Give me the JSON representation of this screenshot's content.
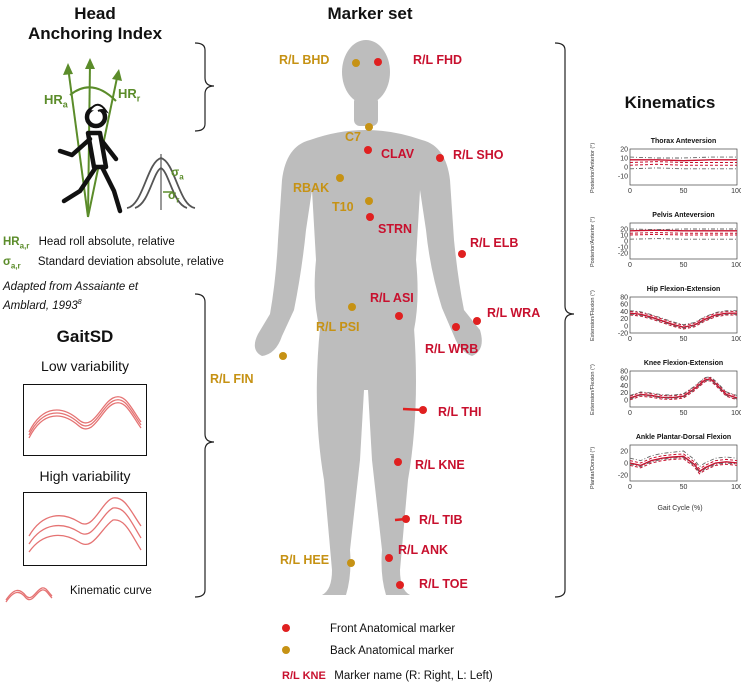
{
  "head_index": {
    "title_line1": "Head",
    "title_line2": "Anchoring Index",
    "hr_a": "HR",
    "hr_a_sub": "a",
    "hr_r": "HR",
    "hr_r_sub": "r",
    "sigma_a": "σ",
    "sigma_a_sub": "a",
    "sigma_r": "σ",
    "sigma_r_sub": "r",
    "legend1_sym": "HR",
    "legend1_sub": "a,r",
    "legend1_text": "Head roll absolute, relative",
    "legend2_sym": "σ",
    "legend2_sub": "a,r",
    "legend2_text": "Standard deviation absolute, relative",
    "citation_line1": "Adapted from Assaiante et",
    "citation_line2": "Amblard, 1993",
    "citation_sup": "8"
  },
  "gaitsd": {
    "title": "GaitSD",
    "low_label": "Low variability",
    "high_label": "High variability",
    "curve_label": "Kinematic curve"
  },
  "marker_set": {
    "title": "Marker set",
    "markers_front": [
      "R/L FHD",
      "CLAV",
      "R/L SHO",
      "STRN",
      "R/L ELB",
      "R/L ASI",
      "R/L WRA",
      "R/L WRB",
      "R/L THI",
      "R/L KNE",
      "R/L TIB",
      "R/L ANK",
      "R/L TOE"
    ],
    "markers_back": [
      "R/L BHD",
      "C7",
      "RBAK",
      "T10",
      "R/L PSI",
      "R/L FIN",
      "R/L HEE"
    ],
    "legend_front": "Front Anatomical marker",
    "legend_back": "Back Anatomical marker",
    "legend_name_example": "R/L KNE",
    "legend_name_text": "Marker name (R: Right, L: Left)"
  },
  "kinematics": {
    "title": "Kinematics",
    "xlabel": "Gait Cycle (%)",
    "colors": {
      "red": "#c8102e",
      "gray": "#666666",
      "pink": "#e57373"
    }
  },
  "chart_data": [
    {
      "type": "line",
      "title": "Thorax Anteversion",
      "ylabel": "Posterior/Anterior (°)",
      "xlim": [
        0,
        100
      ],
      "ylim": [
        -20,
        20
      ],
      "xticks": [
        "0",
        "50",
        "100"
      ],
      "yticks": [
        "20",
        "10",
        "0",
        "-10"
      ],
      "x": [
        0,
        25,
        50,
        75,
        100
      ],
      "series": [
        {
          "values": [
            8,
            8,
            7,
            8,
            8
          ]
        },
        {
          "values": [
            5,
            6,
            5,
            5,
            5
          ]
        },
        {
          "values": [
            2,
            3,
            2,
            2,
            2
          ]
        },
        {
          "values": [
            -2,
            -1,
            -2,
            -2,
            -2
          ]
        },
        {
          "values": [
            11,
            10,
            10,
            11,
            11
          ]
        }
      ]
    },
    {
      "type": "line",
      "title": "Pelvis Anteversion",
      "ylabel": "Posterior/Anterior (°)",
      "xlim": [
        0,
        100
      ],
      "ylim": [
        -30,
        30
      ],
      "xticks": [
        "0",
        "50",
        "100"
      ],
      "yticks": [
        "20",
        "10",
        "0",
        "-10",
        "-20"
      ],
      "x": [
        0,
        25,
        50,
        75,
        100
      ],
      "series": [
        {
          "values": [
            17,
            18,
            17,
            17,
            17
          ]
        },
        {
          "values": [
            13,
            14,
            13,
            13,
            13
          ]
        },
        {
          "values": [
            10,
            11,
            10,
            10,
            10
          ]
        },
        {
          "values": [
            3,
            4,
            3,
            3,
            3
          ]
        },
        {
          "values": [
            20,
            19,
            20,
            20,
            20
          ]
        }
      ]
    },
    {
      "type": "line",
      "title": "Hip Flexion-Extension",
      "ylabel": "Extension/Flexion (°)",
      "xlim": [
        0,
        100
      ],
      "ylim": [
        -20,
        80
      ],
      "xticks": [
        "0",
        "50",
        "100"
      ],
      "yticks": [
        "80",
        "60",
        "40",
        "20",
        "0",
        "-20"
      ],
      "x": [
        0,
        10,
        20,
        30,
        40,
        50,
        60,
        70,
        80,
        90,
        100
      ],
      "series": [
        {
          "values": [
            35,
            32,
            24,
            14,
            4,
            -4,
            2,
            18,
            30,
            35,
            35
          ]
        },
        {
          "values": [
            40,
            37,
            29,
            19,
            9,
            1,
            7,
            23,
            35,
            40,
            40
          ]
        },
        {
          "values": [
            30,
            27,
            19,
            9,
            -1,
            -9,
            -3,
            13,
            25,
            30,
            30
          ]
        },
        {
          "values": [
            32,
            29,
            21,
            11,
            1,
            -6,
            0,
            15,
            27,
            32,
            32
          ]
        },
        {
          "values": [
            42,
            39,
            31,
            21,
            11,
            3,
            9,
            25,
            37,
            42,
            42
          ]
        }
      ]
    },
    {
      "type": "line",
      "title": "Knee Flexion-Extension",
      "ylabel": "Extension/Flexion (°)",
      "xlim": [
        0,
        100
      ],
      "ylim": [
        -20,
        80
      ],
      "xticks": [
        "0",
        "50",
        "100"
      ],
      "yticks": [
        "80",
        "60",
        "40",
        "20",
        "0"
      ],
      "x": [
        0,
        10,
        20,
        30,
        40,
        50,
        60,
        70,
        75,
        80,
        90,
        100
      ],
      "series": [
        {
          "values": [
            5,
            15,
            12,
            7,
            6,
            10,
            30,
            55,
            58,
            45,
            15,
            5
          ]
        },
        {
          "values": [
            10,
            20,
            17,
            12,
            11,
            15,
            35,
            60,
            62,
            50,
            20,
            10
          ]
        },
        {
          "values": [
            0,
            10,
            7,
            2,
            1,
            5,
            25,
            50,
            53,
            40,
            10,
            0
          ]
        },
        {
          "values": [
            2,
            13,
            10,
            5,
            4,
            8,
            28,
            52,
            56,
            43,
            12,
            2
          ]
        },
        {
          "values": [
            12,
            22,
            19,
            14,
            13,
            17,
            37,
            62,
            64,
            52,
            22,
            12
          ]
        }
      ]
    },
    {
      "type": "line",
      "title": "Ankle Plantar-Dorsal Flexion",
      "ylabel": "Plantar/Dorsal (°)",
      "xlim": [
        0,
        100
      ],
      "ylim": [
        -30,
        30
      ],
      "xticks": [
        "0",
        "50",
        "100"
      ],
      "yticks": [
        "20",
        "0",
        "-20"
      ],
      "x": [
        0,
        10,
        20,
        30,
        40,
        50,
        60,
        65,
        70,
        80,
        90,
        100
      ],
      "series": [
        {
          "values": [
            0,
            -4,
            4,
            8,
            10,
            11,
            -2,
            -14,
            -8,
            0,
            2,
            0
          ]
        },
        {
          "values": [
            4,
            0,
            8,
            12,
            14,
            15,
            2,
            -10,
            -4,
            4,
            6,
            4
          ]
        },
        {
          "values": [
            -4,
            -8,
            0,
            4,
            6,
            7,
            -6,
            -18,
            -12,
            -4,
            -2,
            -4
          ]
        },
        {
          "values": [
            -2,
            -6,
            2,
            6,
            8,
            9,
            -4,
            -16,
            -10,
            -2,
            0,
            -2
          ]
        },
        {
          "values": [
            8,
            4,
            12,
            16,
            18,
            20,
            6,
            -6,
            0,
            8,
            10,
            8
          ]
        }
      ]
    }
  ]
}
